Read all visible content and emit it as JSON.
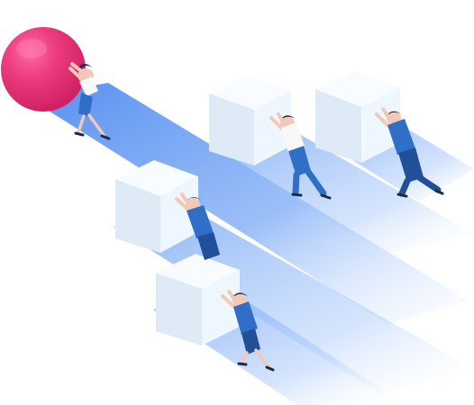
{
  "scene": {
    "colors": {
      "background": "#ffffff",
      "track_blue": "#5f98f5",
      "track_light": "#a8c8fb",
      "sphere_pink": "#e63278",
      "sphere_highlight": "#ff6da2",
      "box_top": "#f7fbff",
      "box_left": "#dce9f6",
      "box_right": "#eef6ff",
      "suit_blue": "#2f6fc7",
      "suit_dark": "#214f98",
      "shirt_white": "#f8f8f8",
      "skin": "#f2c8b8",
      "hair": "#1f2a44"
    },
    "elements": [
      "pink-sphere",
      "woman-pushing-sphere",
      "cube-top-center",
      "cube-top-right",
      "cube-middle-left",
      "cube-bottom-middle",
      "man-pushing-top-center-cube",
      "man-pushing-top-right-cube",
      "man-pushing-middle-cube",
      "woman-pushing-bottom-cube"
    ]
  }
}
